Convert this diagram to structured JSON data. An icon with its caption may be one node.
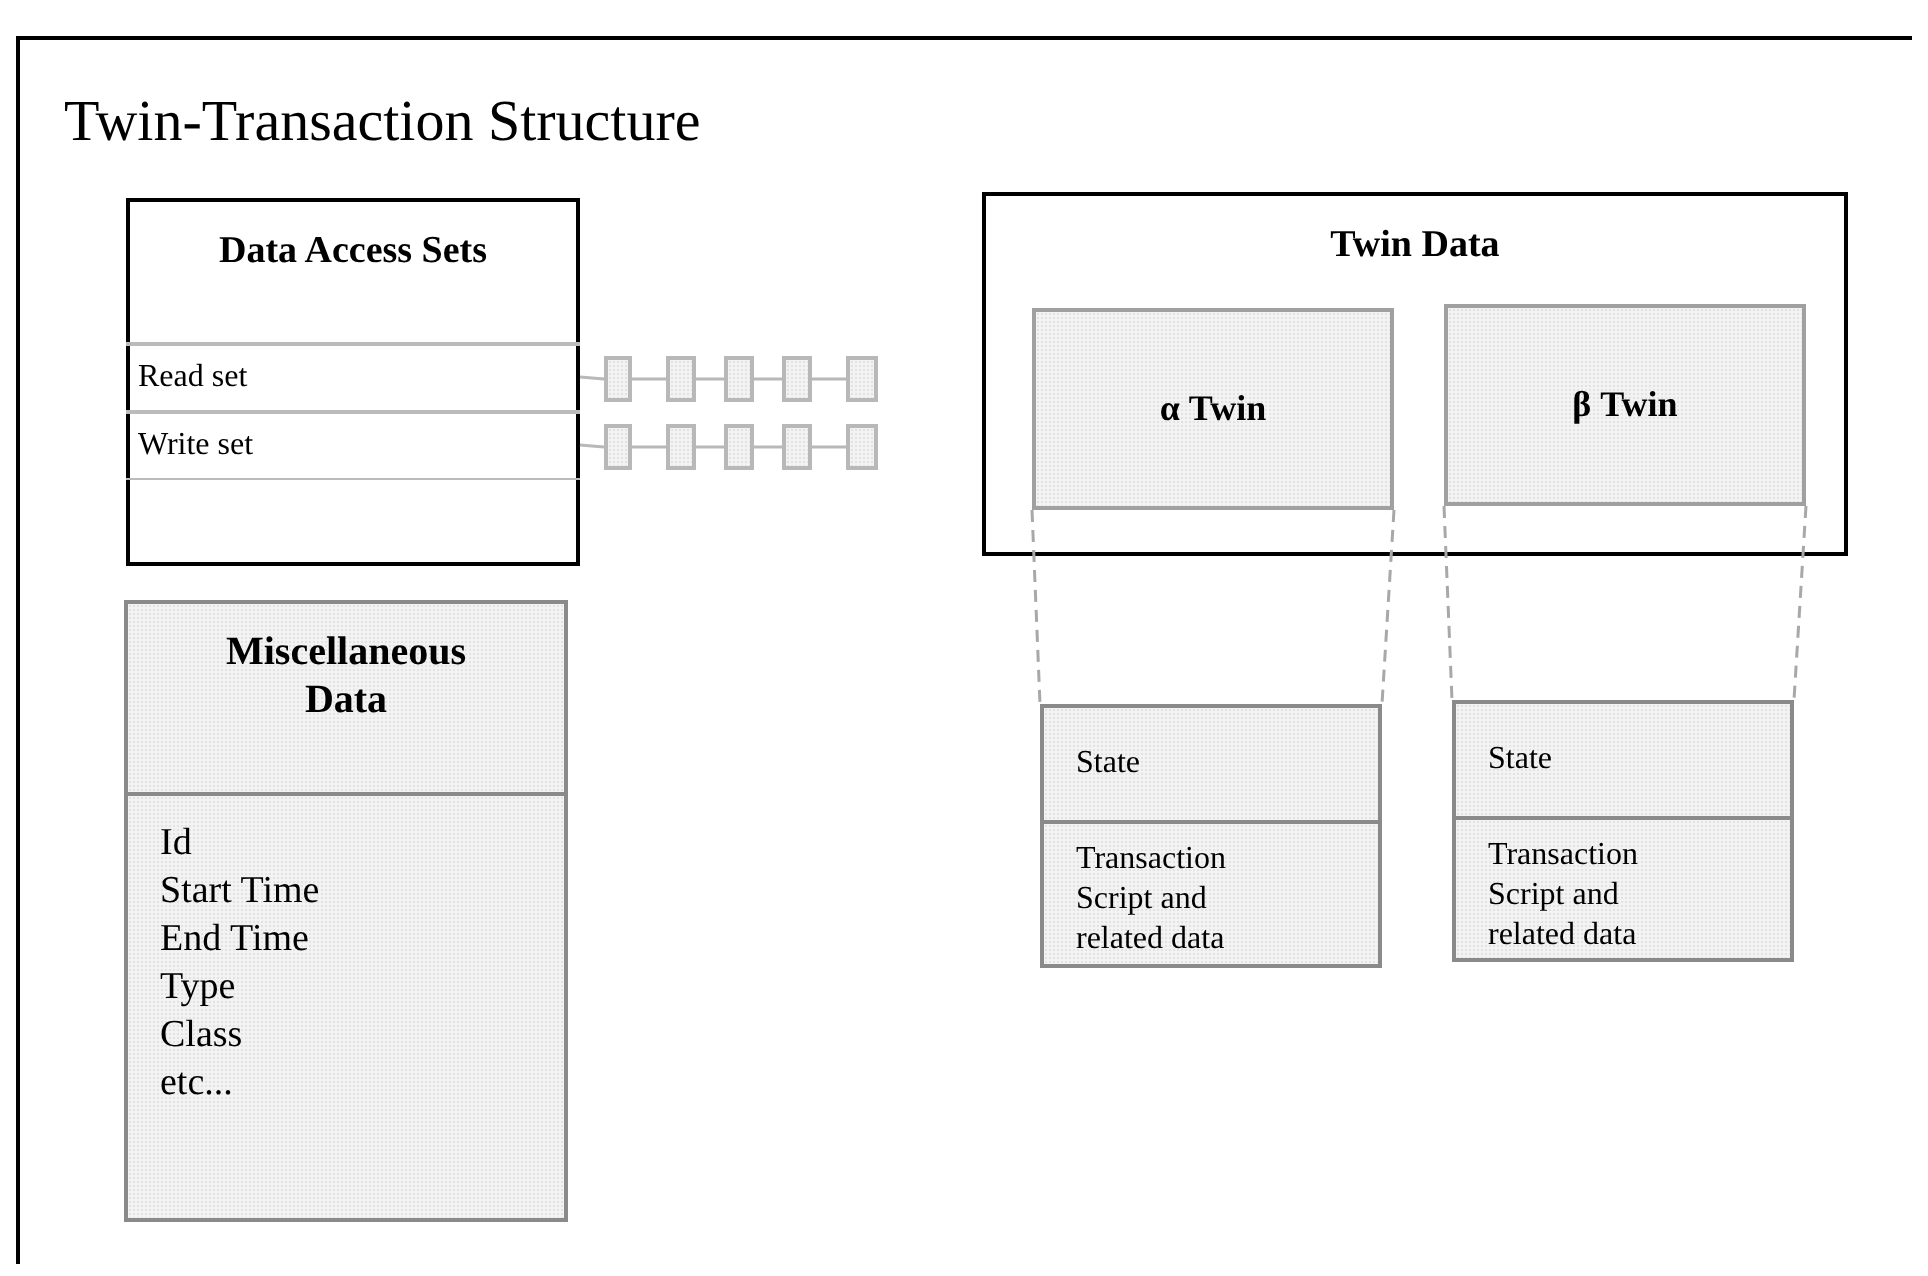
{
  "diagram": {
    "title": "Twin-Transaction Structure",
    "nodes": [
      {
        "text": [
          "Data Access Sets"
        ]
      },
      {
        "text": [
          "Read set"
        ],
        "in": 0
      },
      {
        "text": [
          "Write set"
        ],
        "in": 0
      },
      {
        "text": [],
        "shape": "box"
      },
      {
        "text": [],
        "shape": "box"
      },
      {
        "text": [],
        "shape": "box"
      },
      {
        "text": [],
        "shape": "box"
      },
      {
        "text": [],
        "shape": "box"
      },
      {
        "text": [],
        "shape": "box"
      },
      {
        "text": [],
        "shape": "box"
      },
      {
        "text": [],
        "shape": "box"
      },
      {
        "text": [],
        "shape": "box"
      },
      {
        "text": [],
        "shape": "box"
      },
      {
        "text": [
          "Miscellaneous Data",
          "Id",
          "Start Time",
          "End Time",
          "Type",
          "Class",
          "etc..."
        ]
      },
      {
        "text": [
          "Twin Data"
        ]
      },
      {
        "text": [
          "α Twin"
        ],
        "in": 14
      },
      {
        "text": [
          "β Twin"
        ],
        "in": 14
      },
      {
        "text": [
          "State",
          "Transaction Script and related data"
        ]
      },
      {
        "text": [
          "State",
          "Transaction Script and related data"
        ]
      }
    ],
    "edges": [
      {
        "from": 1,
        "to": 3,
        "arrow": "none"
      },
      {
        "from": 3,
        "to": 4,
        "arrow": "none"
      },
      {
        "from": 4,
        "to": 5,
        "arrow": "none"
      },
      {
        "from": 5,
        "to": 6,
        "arrow": "none"
      },
      {
        "from": 6,
        "to": 7,
        "arrow": "none"
      },
      {
        "from": 2,
        "to": 8,
        "arrow": "none"
      },
      {
        "from": 8,
        "to": 9,
        "arrow": "none"
      },
      {
        "from": 9,
        "to": 10,
        "arrow": "none"
      },
      {
        "from": 10,
        "to": 11,
        "arrow": "none"
      },
      {
        "from": 11,
        "to": 12,
        "arrow": "none"
      },
      {
        "from": 15,
        "to": 17,
        "arrow": "none",
        "style": "dashed"
      },
      {
        "from": 15,
        "to": 17,
        "arrow": "none",
        "style": "dashed"
      },
      {
        "from": 16,
        "to": 18,
        "arrow": "none",
        "style": "dashed"
      },
      {
        "from": 16,
        "to": 18,
        "arrow": "none",
        "style": "dashed"
      }
    ]
  }
}
